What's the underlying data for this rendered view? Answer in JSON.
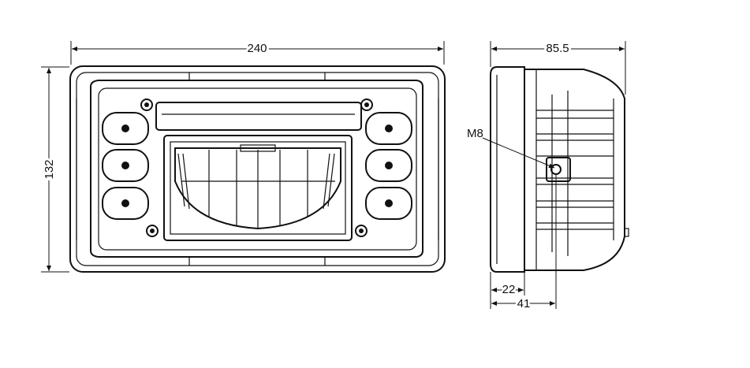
{
  "drawing": {
    "front_view": {
      "width_dimension": "240",
      "height_dimension": "132"
    },
    "side_view": {
      "depth_dimension": "85.5",
      "thread_label": "M8",
      "mount_offset_dimension": "22",
      "mount_depth_dimension": "41"
    }
  }
}
